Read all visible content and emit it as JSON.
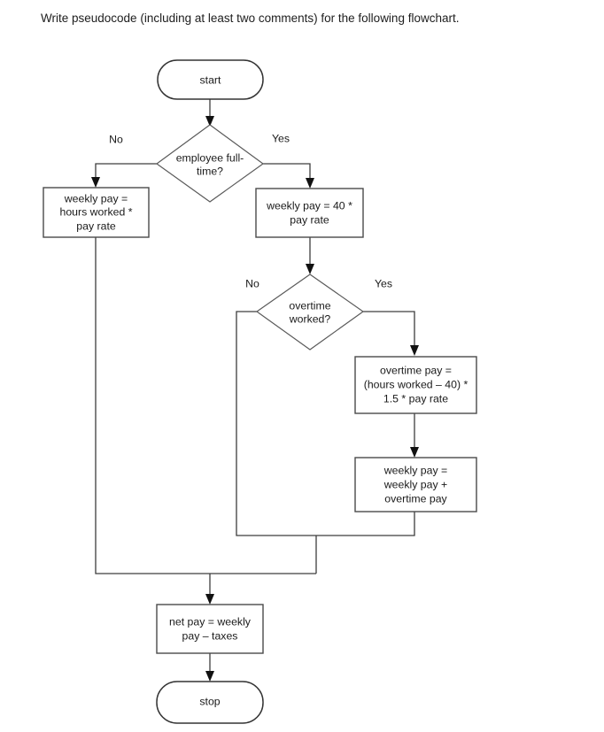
{
  "prompt": "Write pseudocode (including at least two comments) for the following flowchart.",
  "flowchart": {
    "nodes": {
      "start": {
        "label": "start",
        "type": "terminator"
      },
      "decision_fulltime": {
        "line1": "employee full-",
        "line2": "time?",
        "type": "decision"
      },
      "process_parttime_pay": {
        "line1": "weekly pay =",
        "line2": "hours worked *",
        "line3": "pay rate",
        "type": "process"
      },
      "process_fulltime_pay": {
        "line1": "weekly pay = 40 *",
        "line2": "pay rate",
        "type": "process"
      },
      "decision_overtime": {
        "line1": "overtime",
        "line2": "worked?",
        "type": "decision"
      },
      "process_overtime_pay": {
        "line1": "overtime pay =",
        "line2": "(hours worked – 40) *",
        "line3": "1.5 * pay rate",
        "type": "process"
      },
      "process_add_overtime": {
        "line1": "weekly pay =",
        "line2": "weekly pay +",
        "line3": "overtime pay",
        "type": "process"
      },
      "process_net_pay": {
        "line1": "net pay = weekly",
        "line2": "pay – taxes",
        "type": "process"
      },
      "stop": {
        "label": "stop",
        "type": "terminator"
      }
    },
    "branch_labels": {
      "fulltime_no": "No",
      "fulltime_yes": "Yes",
      "overtime_no": "No",
      "overtime_yes": "Yes"
    },
    "colors": {
      "background": "#ffffff",
      "node_stroke": "#4a4a4a",
      "connector_stroke": "#3d3d3d",
      "text": "#1a1a1a"
    }
  }
}
